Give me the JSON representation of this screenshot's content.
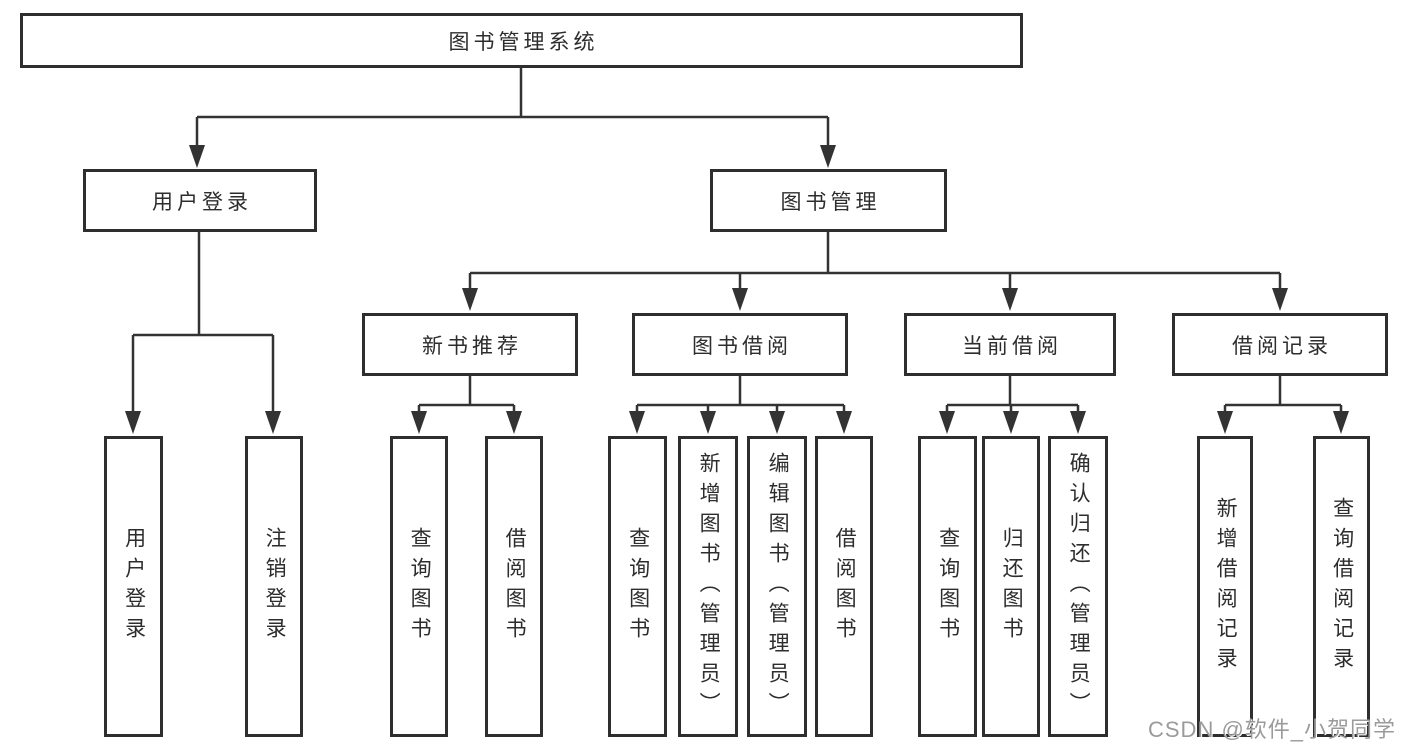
{
  "diagram": {
    "title_node": {
      "label": "图书管理系统"
    },
    "branches": [
      {
        "label": "用户登录",
        "children": [
          {
            "label": "用户登录"
          },
          {
            "label": "注销登录"
          }
        ]
      },
      {
        "label": "图书管理",
        "groups": [
          {
            "label": "新书推荐",
            "children": [
              {
                "label": "查询图书"
              },
              {
                "label": "借阅图书"
              }
            ]
          },
          {
            "label": "图书借阅",
            "children": [
              {
                "label": "查询图书"
              },
              {
                "label": "新增图书（管理员）"
              },
              {
                "label": "编辑图书（管理员）"
              },
              {
                "label": "借阅图书"
              }
            ]
          },
          {
            "label": "当前借阅",
            "children": [
              {
                "label": "查询图书"
              },
              {
                "label": "归还图书"
              },
              {
                "label": "确认归还（管理员）"
              }
            ]
          },
          {
            "label": "借阅记录",
            "children": [
              {
                "label": "新增借阅记录"
              },
              {
                "label": "查询借阅记录"
              }
            ]
          }
        ]
      }
    ]
  },
  "watermark": {
    "text": "CSDN @软件_小贺同学"
  },
  "colors": {
    "line": "#333333",
    "box_border": "#2e2e2e",
    "text": "#2d2d2d",
    "watermark": "#9b9b9b",
    "background": "#ffffff"
  }
}
